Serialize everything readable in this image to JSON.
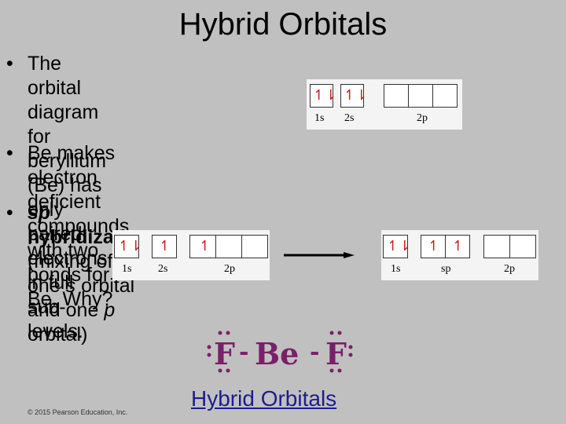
{
  "title": "Hybrid Orbitals",
  "bullets": [
    {
      "marker": "•",
      "lines": [
        "The orbital diagram for beryllium (Be) has only paired",
        "electrons in full sub-levels."
      ]
    },
    {
      "marker": "•",
      "lines": [
        "Be makes electron deficient compounds with two",
        "bonds for Be. Why?"
      ]
    },
    {
      "marker": "•",
      "lines": [
        "sp hybridization (mixing of one s orbital and one p",
        "orbital)"
      ]
    }
  ],
  "diagram1": {
    "arrows": [
      "↿⇂",
      "↿⇂"
    ],
    "labels": [
      "1s",
      "2s",
      "2p"
    ]
  },
  "diagram2": {
    "arrows": [
      "↿⇂",
      "↿",
      "↿"
    ],
    "labels": [
      "1s",
      "2s",
      "2p"
    ]
  },
  "diagram3": {
    "arrows": [
      "↿⇂",
      "↿",
      "↿"
    ],
    "labels": [
      "1s",
      "sp",
      "2p"
    ]
  },
  "lewis": {
    "left": "F",
    "bond": "-",
    "center": "Be",
    "right": "F"
  },
  "copyright": "© 2015 Pearson Education, Inc.",
  "footer_link": "Hybrid Orbitals",
  "colors": {
    "background": "#c0c0c0",
    "arrow": "#c8201f",
    "link": "#1d1d8d",
    "lewis": "#7a1f6a"
  }
}
